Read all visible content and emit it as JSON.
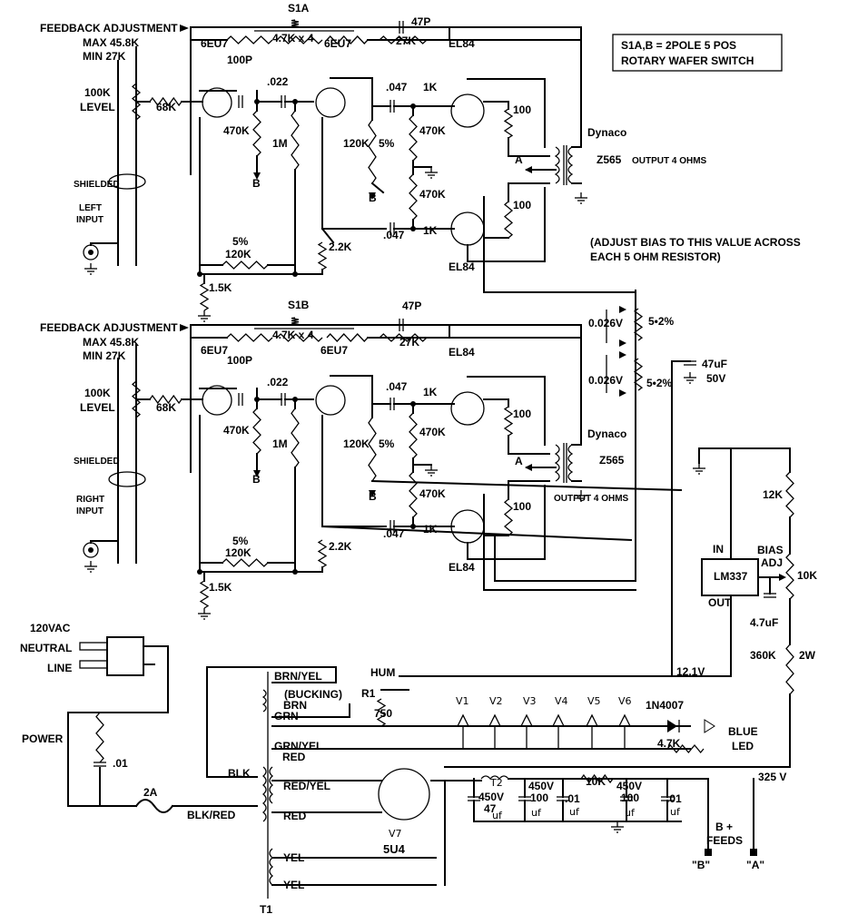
{
  "note": {
    "line1": "S1A,B = 2POLE 5 POS",
    "line2": "ROTARY WAFER SWITCH"
  },
  "channels": [
    {
      "switch": "S1A",
      "feedback_title": "FEEDBACK ADJUSTMENT",
      "feedback_max": "MAX 45.8K",
      "feedback_min": "MIN  27K",
      "level": "100K",
      "level_word": "LEVEL",
      "shielded": "SHIELDED",
      "input_line1": "LEFT",
      "input_line2": "INPUT",
      "preamp_tube": "6EU7",
      "driver_tube": "6EU7",
      "ladder": "4.7K x 4",
      "output_note": "OUTPUT 4 OHMS"
    },
    {
      "switch": "S1B",
      "feedback_title": "FEEDBACK ADJUSTMENT",
      "feedback_max": "MAX 45.8K",
      "feedback_min": "MIN  27K",
      "level": "100K",
      "level_word": "LEVEL",
      "shielded": "SHIELDED",
      "input_line1": "RIGHT",
      "input_line2": "INPUT",
      "preamp_tube": "6EU7",
      "driver_tube": "6EU7",
      "ladder": "4.7K x 4",
      "output_note": "OUTPUT 4 OHMS"
    }
  ],
  "parts": {
    "r68k": "68K",
    "c100p": "100P",
    "c022": ".022",
    "r470k": "470K",
    "r1m": "1M",
    "r120k5": "120K",
    "pct5": "5%",
    "c047": ".047",
    "r1k": "1K",
    "r470k_grid": "470K",
    "r100": "100",
    "r27k": "27K",
    "c47p": "47P",
    "el84": "EL84",
    "dynaco": "Dynaco",
    "z565": "Z565",
    "a": "A",
    "b": "B",
    "r2_2k": "2.2K",
    "r1_5k": "1.5K",
    "fb_r": "120K",
    "fb_pct": "5%"
  },
  "bias": {
    "note_line1": "(ADJUST BIAS TO THIS VALUE ACROSS",
    "note_line2": "EACH 5 OHM RESISTOR)",
    "v1": "0.026V",
    "v2": "0.026V",
    "r1": "5•2%",
    "r2": "5•2%",
    "cap": "47uF",
    "cap_v": "50V",
    "r12k": "12K",
    "reg": "LM337",
    "reg_in": "IN",
    "reg_out": "OUT",
    "adj1": "BIAS",
    "adj2": "ADJ",
    "pot": "10K",
    "cap2": "4.7uF",
    "r360k": "360K",
    "w2": "2W",
    "v12": "12.1V",
    "v325": "325 V"
  },
  "power": {
    "vac": "120VAC",
    "neutral": "NEUTRAL",
    "line": "LINE",
    "power": "POWER",
    "c01": ".01",
    "fuse": "2A",
    "blkred": "BLK/RED",
    "blk": "BLK",
    "t1": "T1",
    "brnyel": "BRN/YEL",
    "bucking": "(BUCKING)",
    "brn": "BRN",
    "grn": "GRN",
    "grnyel": "GRN/YEL",
    "red": "RED",
    "redyel": "RED/YEL",
    "red2": "RED",
    "yel1": "YEL",
    "yel2": "YEL",
    "hum": "HUM",
    "r1": "R1",
    "r750": "750",
    "v1": "V1",
    "v2": "V2",
    "v3": "V3",
    "v4": "V4",
    "v5": "V5",
    "v6": "V6",
    "diode": "1N4007",
    "led1": "BLUE",
    "led2": "LED",
    "r47k": "4.7K",
    "v7": "V7",
    "rect": "5U4",
    "t2": "T2",
    "c450a": "450V",
    "c47uf": "47",
    "uf1": "uf",
    "c450b": "450V",
    "c100a": "100",
    "uf2": "uf",
    "c01a": ".01",
    "uf3": "uf",
    "r10k": "10K",
    "c450c": "450V",
    "c100b": "100",
    "uf4": "uf",
    "c01b": ".01",
    "uf5": "uf",
    "bplus": "B +",
    "feeds": "FEEDS",
    "tap_b": "\"B\"",
    "tap_a": "\"A\""
  }
}
